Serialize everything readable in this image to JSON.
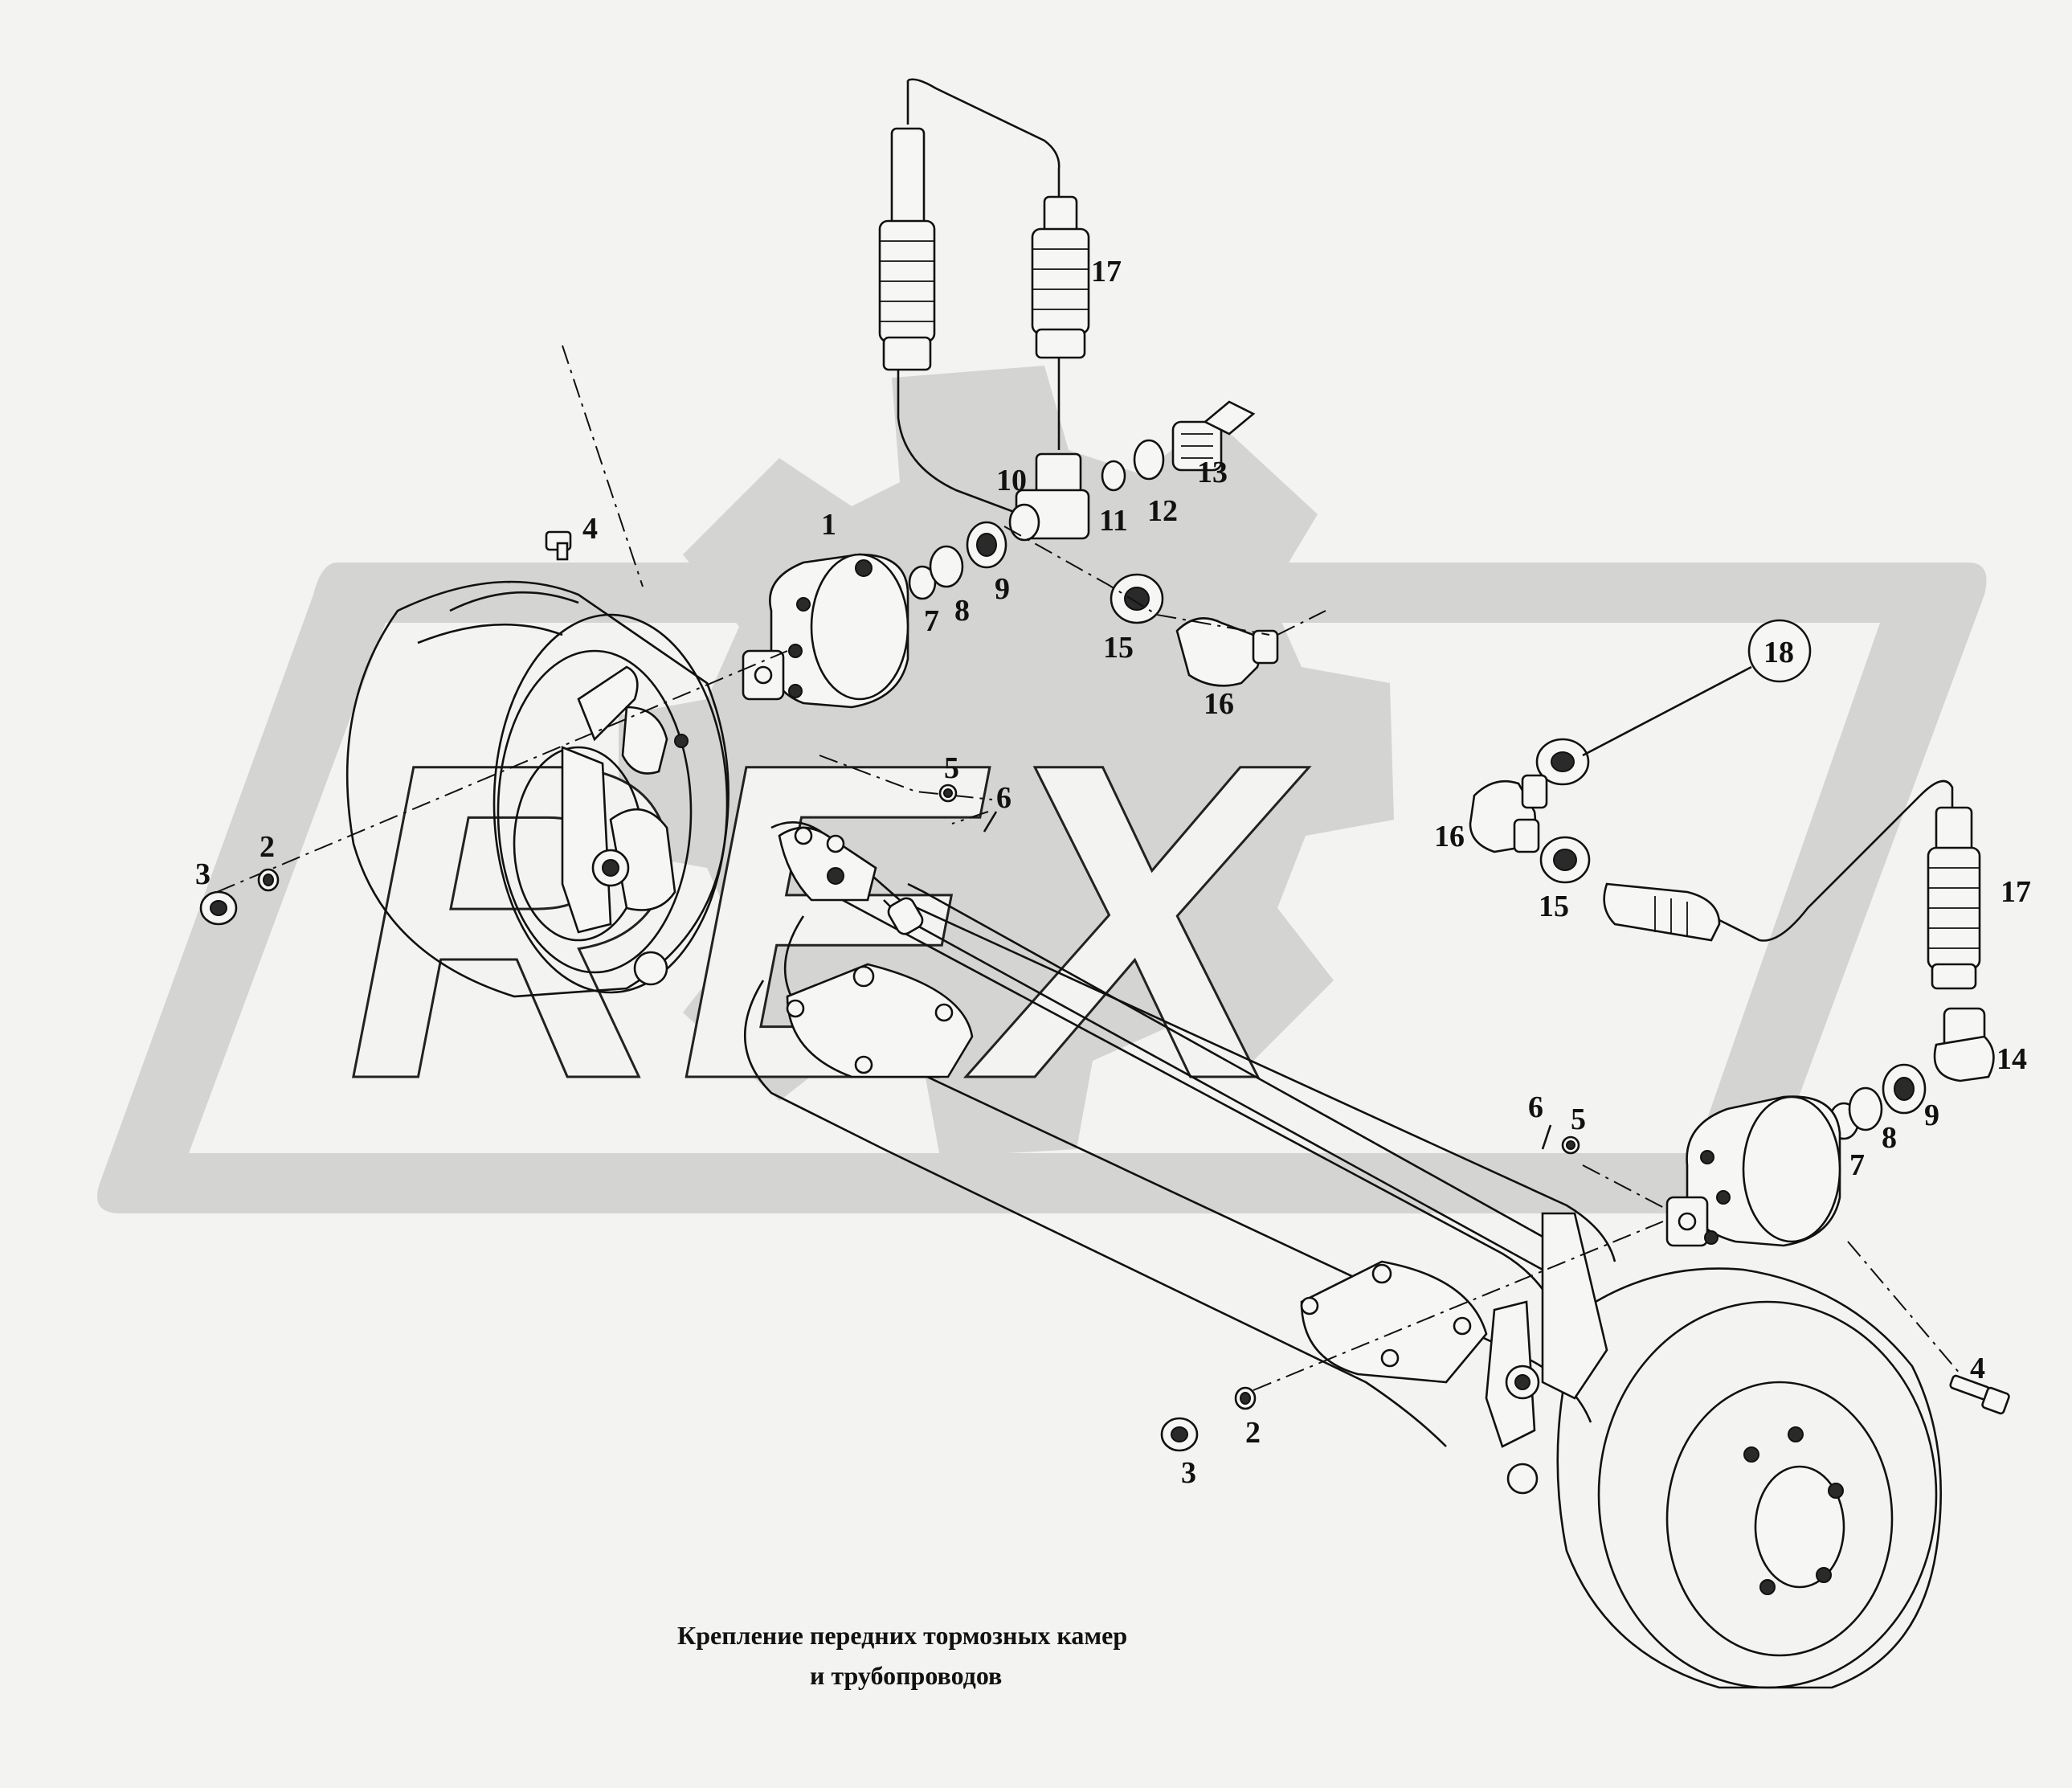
{
  "watermark": {
    "text": "REX"
  },
  "caption": {
    "line1": "Крепление передних тормозных камер",
    "line2": "и трубопроводов"
  },
  "callouts": [
    "1",
    "2",
    "3",
    "4",
    "5",
    "6",
    "7",
    "8",
    "9",
    "10",
    "11",
    "12",
    "13",
    "14",
    "15",
    "16",
    "17",
    "18"
  ]
}
